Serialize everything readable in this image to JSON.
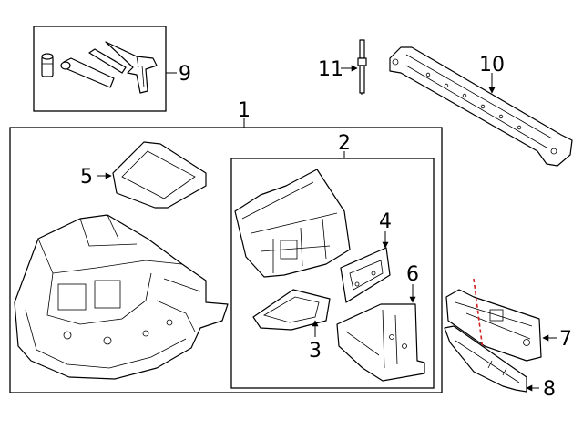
{
  "diagram": {
    "callouts": [
      {
        "id": "c1",
        "label": "1"
      },
      {
        "id": "c2",
        "label": "2"
      },
      {
        "id": "c3",
        "label": "3"
      },
      {
        "id": "c4",
        "label": "4"
      },
      {
        "id": "c5",
        "label": "5"
      },
      {
        "id": "c6",
        "label": "6"
      },
      {
        "id": "c7",
        "label": "7"
      },
      {
        "id": "c8",
        "label": "8"
      },
      {
        "id": "c9",
        "label": "9"
      },
      {
        "id": "c10",
        "label": "10"
      },
      {
        "id": "c11",
        "label": "11"
      }
    ],
    "colors": {
      "line": "#000000",
      "background": "#ffffff",
      "cut_line": "#d32020"
    }
  }
}
